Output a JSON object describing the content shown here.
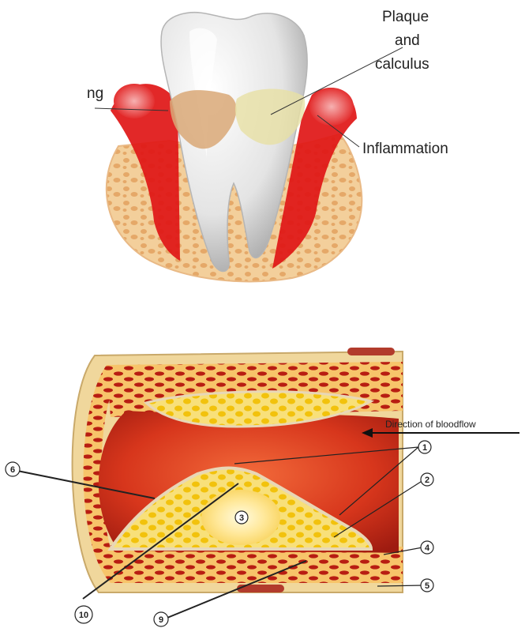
{
  "tooth_diagram": {
    "labels": {
      "left_partial": "ng",
      "plaque_line1": "Plaque",
      "plaque_line2": "and",
      "plaque_line3": "calculus",
      "inflammation": "Inflammation"
    }
  },
  "artery_diagram": {
    "direction_label": "Direction of bloodflow",
    "markers": [
      "1",
      "2",
      "3",
      "4",
      "5",
      "6",
      "9",
      "10"
    ]
  }
}
